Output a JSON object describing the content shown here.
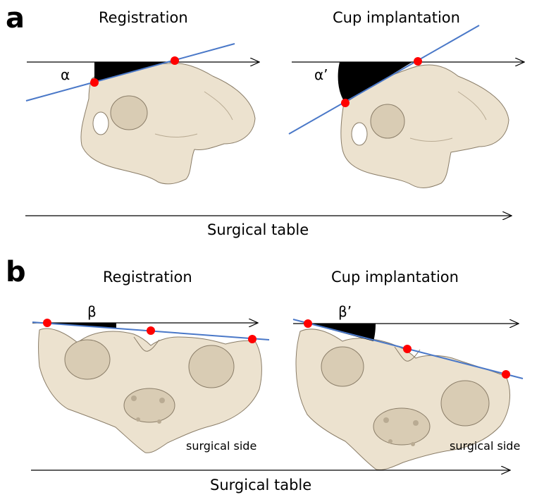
{
  "panel_a": {
    "letter": "a",
    "left_title": "Registration",
    "right_title": "Cup implantation",
    "left_angle": "α",
    "right_angle": "α’",
    "table_label": "Surgical table"
  },
  "panel_b": {
    "letter": "b",
    "left_title": "Registration",
    "right_title": "Cup implantation",
    "left_angle": "β",
    "right_angle": "β’",
    "left_side_label": "surgical side",
    "right_side_label": "surgical side",
    "table_label": "Surgical table"
  },
  "colors": {
    "landmark": "#ff0000",
    "plane_line": "#4a78c8",
    "bone": "#ece2cf",
    "bone_shade": "#b9ab93",
    "angle_fill": "#000000"
  }
}
